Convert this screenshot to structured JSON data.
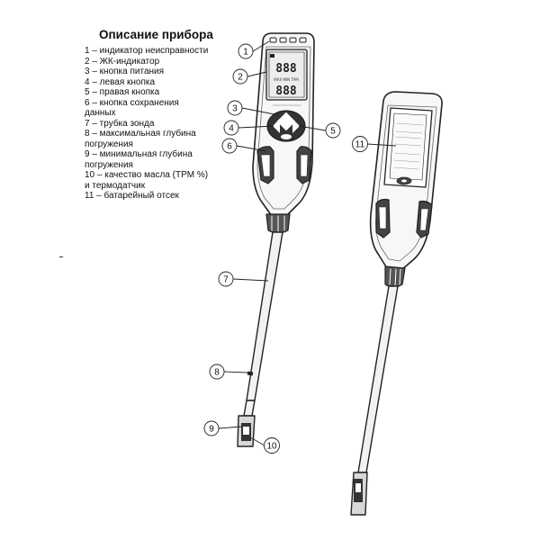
{
  "legend": {
    "title": "Описание прибора",
    "items": [
      {
        "num": 1,
        "text": "1 – индикатор неисправности"
      },
      {
        "num": 2,
        "text": "2 – ЖК-индикатор"
      },
      {
        "num": 3,
        "text": "3 – кнопка питания"
      },
      {
        "num": 4,
        "text": "4 – левая кнопка"
      },
      {
        "num": 5,
        "text": "5 – правая кнопка"
      },
      {
        "num": 6,
        "text": "6 – кнопка сохранения\nданных"
      },
      {
        "num": 7,
        "text": "7 – трубка зонда"
      },
      {
        "num": 8,
        "text": "8 – максимальная глубина\nпогружения"
      },
      {
        "num": 9,
        "text": "9 – минимальная глубина\nпогружения"
      },
      {
        "num": 10,
        "text": "10 – качество масла (TPM %)\nи термодатчик"
      },
      {
        "num": 11,
        "text": "11 – батарейный отсек"
      }
    ]
  },
  "callouts": [
    "1",
    "2",
    "3",
    "4",
    "5",
    "6",
    "7",
    "8",
    "9",
    "10",
    "11"
  ],
  "colors": {
    "line": "#222222",
    "body_fill": "#f4f4f4",
    "screen_fill": "#e8e8e8"
  }
}
